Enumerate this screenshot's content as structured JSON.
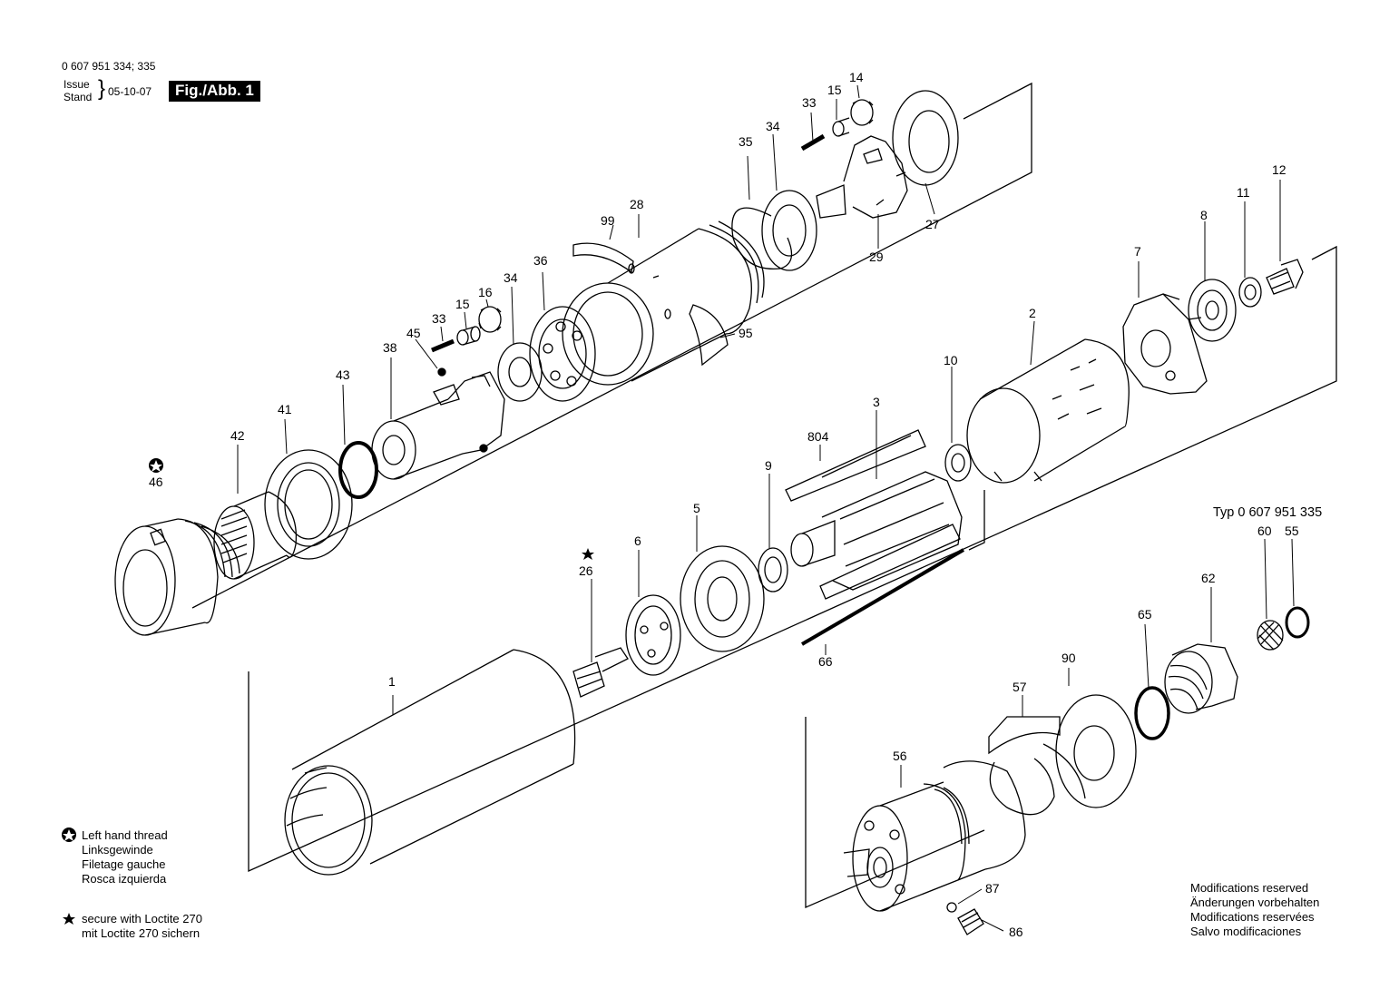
{
  "header": {
    "part_numbers": "0 607 951 334; 335",
    "issue_label": "Issue",
    "stand_label": "Stand",
    "date": "05-10-07",
    "figure": "Fig./Abb. 1"
  },
  "type_label": "Typ 0 607 951 335",
  "legend": {
    "left_hand_thread": [
      "Left hand thread",
      "Linksgewinde",
      "Filetage gauche",
      "Rosca izquierda"
    ],
    "loctite": [
      "secure with Loctite 270",
      "mit Loctite 270 sichern"
    ]
  },
  "notes": [
    "Modifications reserved",
    "Änderungen vorbehalten",
    "Modifications reservées",
    "Salvo modificaciones"
  ],
  "parts": {
    "p1": "1",
    "p2": "2",
    "p3": "3",
    "p5": "5",
    "p6": "6",
    "p7": "7",
    "p8": "8",
    "p9": "9",
    "p10": "10",
    "p11": "11",
    "p12": "12",
    "p14": "14",
    "p15a": "15",
    "p15b": "15",
    "p16": "16",
    "p26": "26",
    "p27": "27",
    "p28": "28",
    "p29": "29",
    "p33a": "33",
    "p33b": "33",
    "p34a": "34",
    "p34b": "34",
    "p35": "35",
    "p36": "36",
    "p38": "38",
    "p41": "41",
    "p42": "42",
    "p43": "43",
    "p45": "45",
    "p46": "46",
    "p55": "55",
    "p56": "56",
    "p57": "57",
    "p60": "60",
    "p62": "62",
    "p65": "65",
    "p66": "66",
    "p86": "86",
    "p87": "87",
    "p90": "90",
    "p95": "95",
    "p99": "99",
    "p804": "804"
  }
}
